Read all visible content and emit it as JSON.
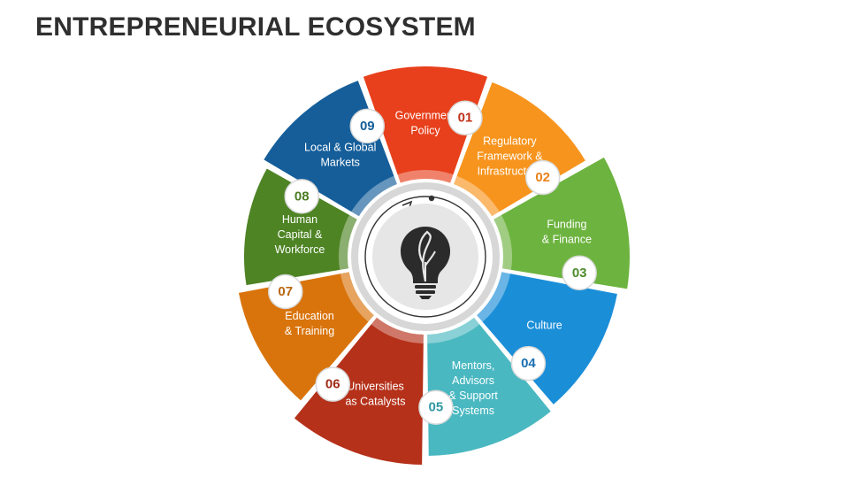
{
  "title": "ENTREPRENEURIAL ECOSYSTEM",
  "center_icon": "lightbulb-leaf-icon",
  "segments": [
    {
      "number": "01",
      "lines": [
        "Government",
        "Policy"
      ],
      "color": "#E8401C",
      "num_color": "#C0311A"
    },
    {
      "number": "02",
      "lines": [
        "Regulatory",
        "Framework &",
        "Infrastructure"
      ],
      "color": "#F7941D",
      "num_color": "#E8821A"
    },
    {
      "number": "03",
      "lines": [
        "Funding",
        "& Finance"
      ],
      "color": "#6DB33F",
      "num_color": "#4E8B2C"
    },
    {
      "number": "04",
      "lines": [
        "Culture"
      ],
      "color": "#1B8ED8",
      "num_color": "#1B6FB0"
    },
    {
      "number": "05",
      "lines": [
        "Mentors,",
        "Advisors",
        "& Support",
        "Systems"
      ],
      "color": "#4AB8C1",
      "num_color": "#2E98A3"
    },
    {
      "number": "06",
      "lines": [
        "Universities",
        "as Catalysts"
      ],
      "color": "#B5311A",
      "num_color": "#A12A17"
    },
    {
      "number": "07",
      "lines": [
        "Education",
        "& Training"
      ],
      "color": "#D9740C",
      "num_color": "#B9650F"
    },
    {
      "number": "08",
      "lines": [
        "Human",
        "Capital &",
        "Workforce"
      ],
      "color": "#4E8424",
      "num_color": "#4A7D22"
    },
    {
      "number": "09",
      "lines": [
        "Local & Global",
        "Markets"
      ],
      "color": "#155E9A",
      "num_color": "#155E9A"
    }
  ]
}
